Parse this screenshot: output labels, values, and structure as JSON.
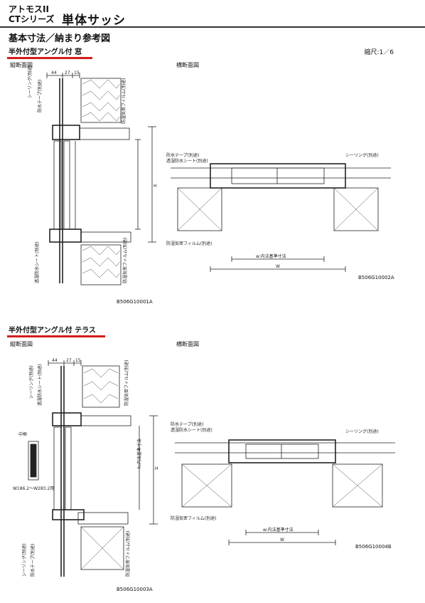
{
  "header": {
    "brand": "アトモスII",
    "series": "CTシリーズ",
    "product": "単体サッシ",
    "section_title": "基本寸法／納まり参考図",
    "scale": "縮尺:1／6"
  },
  "blocks": [
    {
      "title": "半外付型アングル付 窓",
      "vertical_label": "縦断面図",
      "horizontal_label": "横断面図",
      "vertical_code": "B506G10001A",
      "horizontal_code": "B506G10002A"
    },
    {
      "title": "半外付型アングル付 テラス",
      "vertical_label": "縦断面図",
      "horizontal_label": "横断面図",
      "vertical_code": "B506G10003A",
      "horizontal_code": "B506G10004B"
    }
  ],
  "notes": {
    "dim_top": [
      "44",
      "27",
      "15"
    ],
    "sealing": "シーリング(別途)",
    "waterproof_tape": "防水テープ(別途)",
    "moisture_sheet": "透湿防水シート(別途)",
    "vapor_film": "防湿気密フィルム(別途)",
    "w_inner": "w:内法基準寸法",
    "h_inner": "h:内法基準寸法",
    "W": "W",
    "H": "H",
    "middle_frame": "中框",
    "w_range": "W186.2～W283.2用"
  },
  "colors": {
    "accent": "#d21d1d",
    "line": "#222222"
  }
}
